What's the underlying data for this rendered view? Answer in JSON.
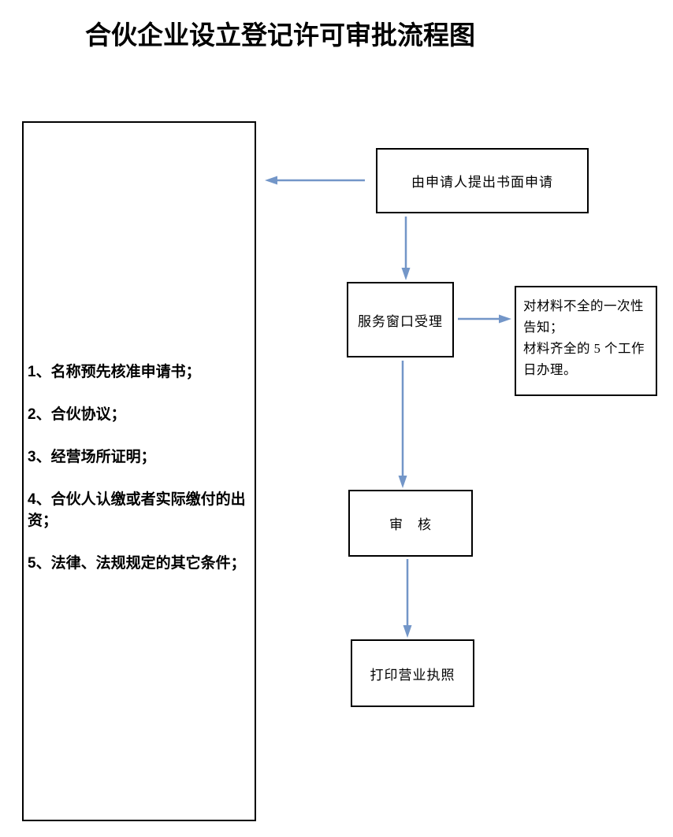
{
  "title": "合伙企业设立登记许可审批流程图",
  "colors": {
    "arrow": "#7396C8",
    "border": "#000000",
    "background": "#FFFFFF"
  },
  "materials_box": {
    "items": [
      "1、名称预先核准申请书；",
      "2、合伙协议；",
      "3、经营场所证明；",
      "4、合伙人认缴或者实际缴付的出\n资；",
      "5、法律、法规规定的其它条件；"
    ]
  },
  "flow": {
    "apply": "由申请人提出书面申请",
    "window": "服务窗口受理",
    "notice": "对材料不全的一次性\n告知；\n材料齐全的 5 个工作\n日办理。",
    "review": "审　核",
    "license": "打印营业执照"
  }
}
